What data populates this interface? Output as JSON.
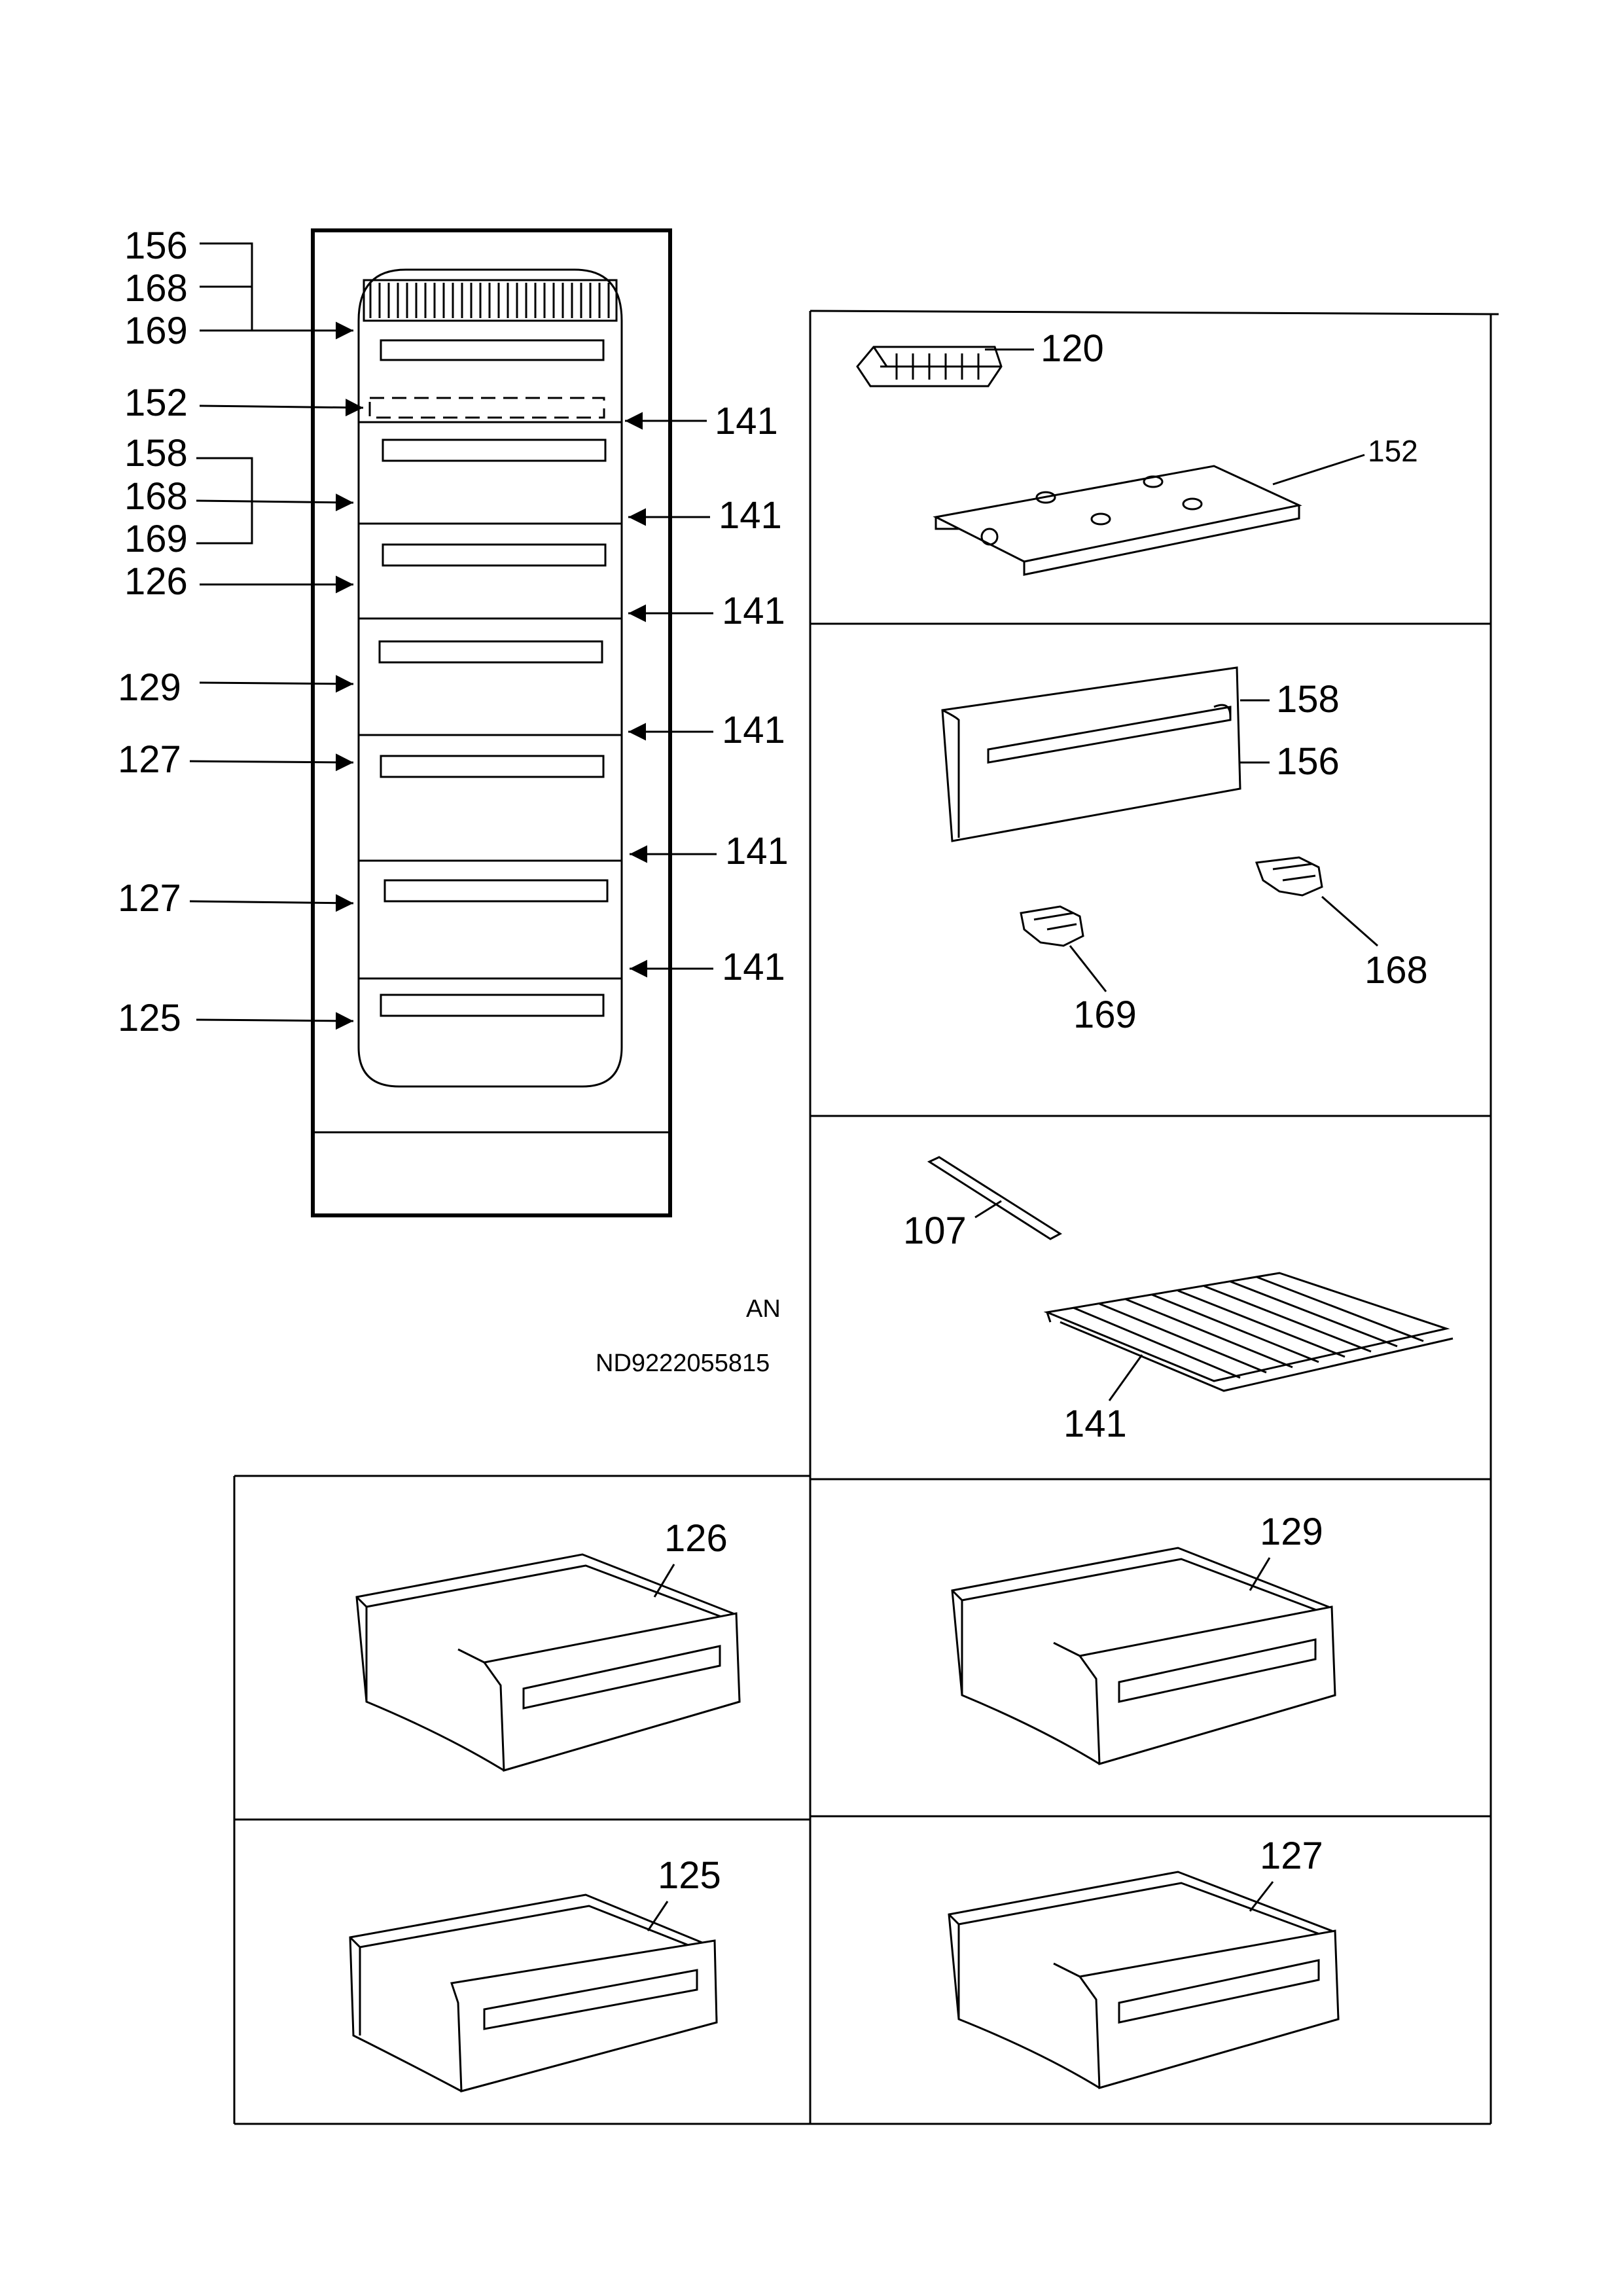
{
  "labels": {
    "c156": "156",
    "c168a": "168",
    "c169a": "169",
    "c152": "152",
    "c158": "158",
    "c168b": "168",
    "c169b": "169",
    "c126": "126",
    "c129": "129",
    "c127a": "127",
    "c127b": "127",
    "c125": "125",
    "s141a": "141",
    "s141b": "141",
    "s141c": "141",
    "s141d": "141",
    "s141e": "141",
    "s141f": "141",
    "p120": "120",
    "p152": "152",
    "p158": "158",
    "p156": "156",
    "p169": "169",
    "p168": "168",
    "p107": "107",
    "p141": "141",
    "d126": "126",
    "d129": "129",
    "d125": "125",
    "d127": "127"
  },
  "notes": {
    "an": "AN",
    "code": "ND9222055815"
  }
}
